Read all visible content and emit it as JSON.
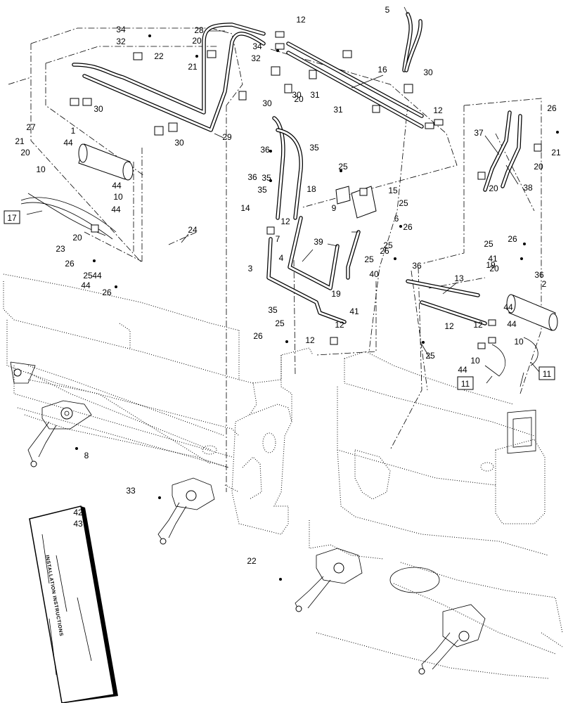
{
  "callouts": [
    "1",
    "2",
    "3",
    "4",
    "5",
    "6",
    "7",
    "8",
    "9",
    "10",
    "10",
    "10",
    "10",
    "11",
    "11",
    "12",
    "12",
    "12",
    "12",
    "12",
    "12",
    "12",
    "13",
    "14",
    "15",
    "16",
    "18",
    "19",
    "19",
    "20",
    "20",
    "20",
    "20",
    "20",
    "20",
    "20",
    "21",
    "21",
    "21",
    "22",
    "22",
    "23",
    "24",
    "25",
    "25",
    "25",
    "25",
    "25",
    "25",
    "25",
    "25",
    "26",
    "26",
    "26",
    "26",
    "26",
    "26",
    "26",
    "27",
    "28",
    "29",
    "30",
    "30",
    "30",
    "30",
    "30",
    "31",
    "31",
    "32",
    "32",
    "33",
    "34",
    "34",
    "35",
    "35",
    "35",
    "35",
    "36",
    "36",
    "36",
    "36",
    "37",
    "38",
    "39",
    "40",
    "41",
    "41",
    "42",
    "43",
    "44",
    "44",
    "44",
    "44",
    "44",
    "44",
    "44",
    "44",
    "17"
  ],
  "boxed_labels": [
    "17",
    "11",
    "11"
  ],
  "manual": {
    "title": "INSTALLATION INSTRUCTIONS",
    "part_numbers": [
      "42",
      "43"
    ]
  }
}
